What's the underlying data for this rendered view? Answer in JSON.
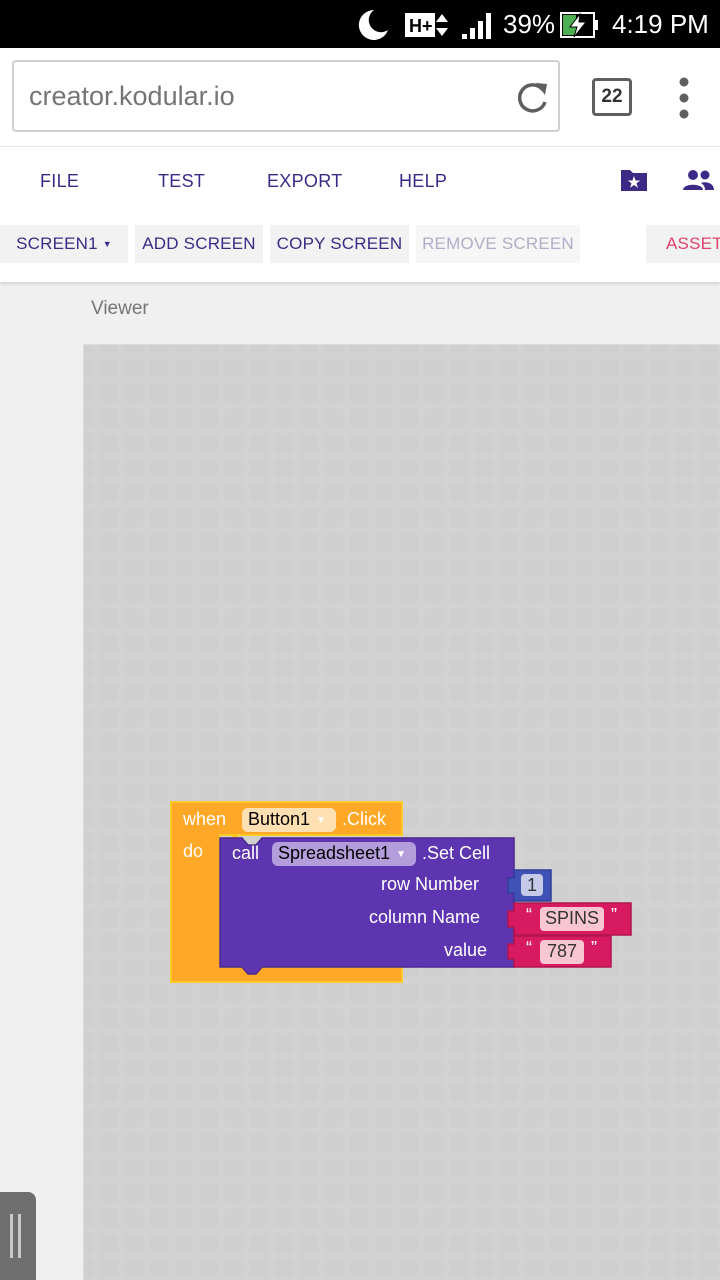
{
  "status_bar": {
    "network": "H+",
    "battery_percent": "39%",
    "time": "4:19 PM"
  },
  "browser": {
    "url": "creator.kodular.io",
    "tab_count": "22"
  },
  "menu": {
    "items": [
      "FILE",
      "TEST",
      "EXPORT",
      "HELP"
    ]
  },
  "screen_bar": {
    "screen_select": "SCREEN1",
    "add_screen": "ADD SCREEN",
    "copy_screen": "COPY SCREEN",
    "remove_screen": "REMOVE SCREEN",
    "assets": "ASSET"
  },
  "viewer": {
    "label": "Viewer"
  },
  "blocks": {
    "event": {
      "when": "when",
      "component": "Button1",
      "event_name": ".Click",
      "do": "do"
    },
    "call": {
      "call": "call",
      "component": "Spreadsheet1",
      "method": ".Set Cell",
      "arg1_label": "row Number",
      "arg2_label": "column Name",
      "arg3_label": "value"
    },
    "row_number": "1",
    "column_name": "SPINS",
    "value": "787",
    "open_quote": "“",
    "close_quote": "”"
  },
  "colors": {
    "event_block": "#FFA726",
    "method_block": "#5E35B1",
    "number_block": "#3F51B5",
    "text_block": "#D81B60",
    "menu_text": "#3C2A86",
    "asset_text": "#E0416A"
  }
}
